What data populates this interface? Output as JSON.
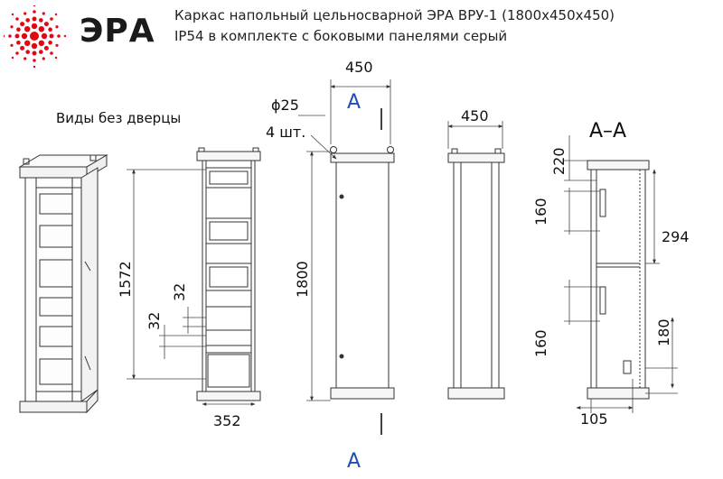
{
  "header": {
    "brand": "ЭРА",
    "title_line1": "Каркас напольный цельносварной ЭРА ВРУ-1 (1800х450х450)",
    "title_line2": "IP54 в комплекте с боковыми панелями серый"
  },
  "views_note": "Виды без дверцы",
  "dimensions": {
    "top_width": "450",
    "section_mark": "A",
    "hole": "ϕ25",
    "hole_count": "4 шт.",
    "side_width": "450",
    "section_title": "A–A",
    "d1572": "1572",
    "d32a": "32",
    "d32b": "32",
    "d1800": "1800",
    "d352": "352",
    "d220": "220",
    "d160a": "160",
    "d294": "294",
    "d160b": "160",
    "d180": "180",
    "d105": "105"
  },
  "colors": {
    "accent_red": "#e30613",
    "mark_blue": "#1f4fa8",
    "line": "#333333"
  }
}
